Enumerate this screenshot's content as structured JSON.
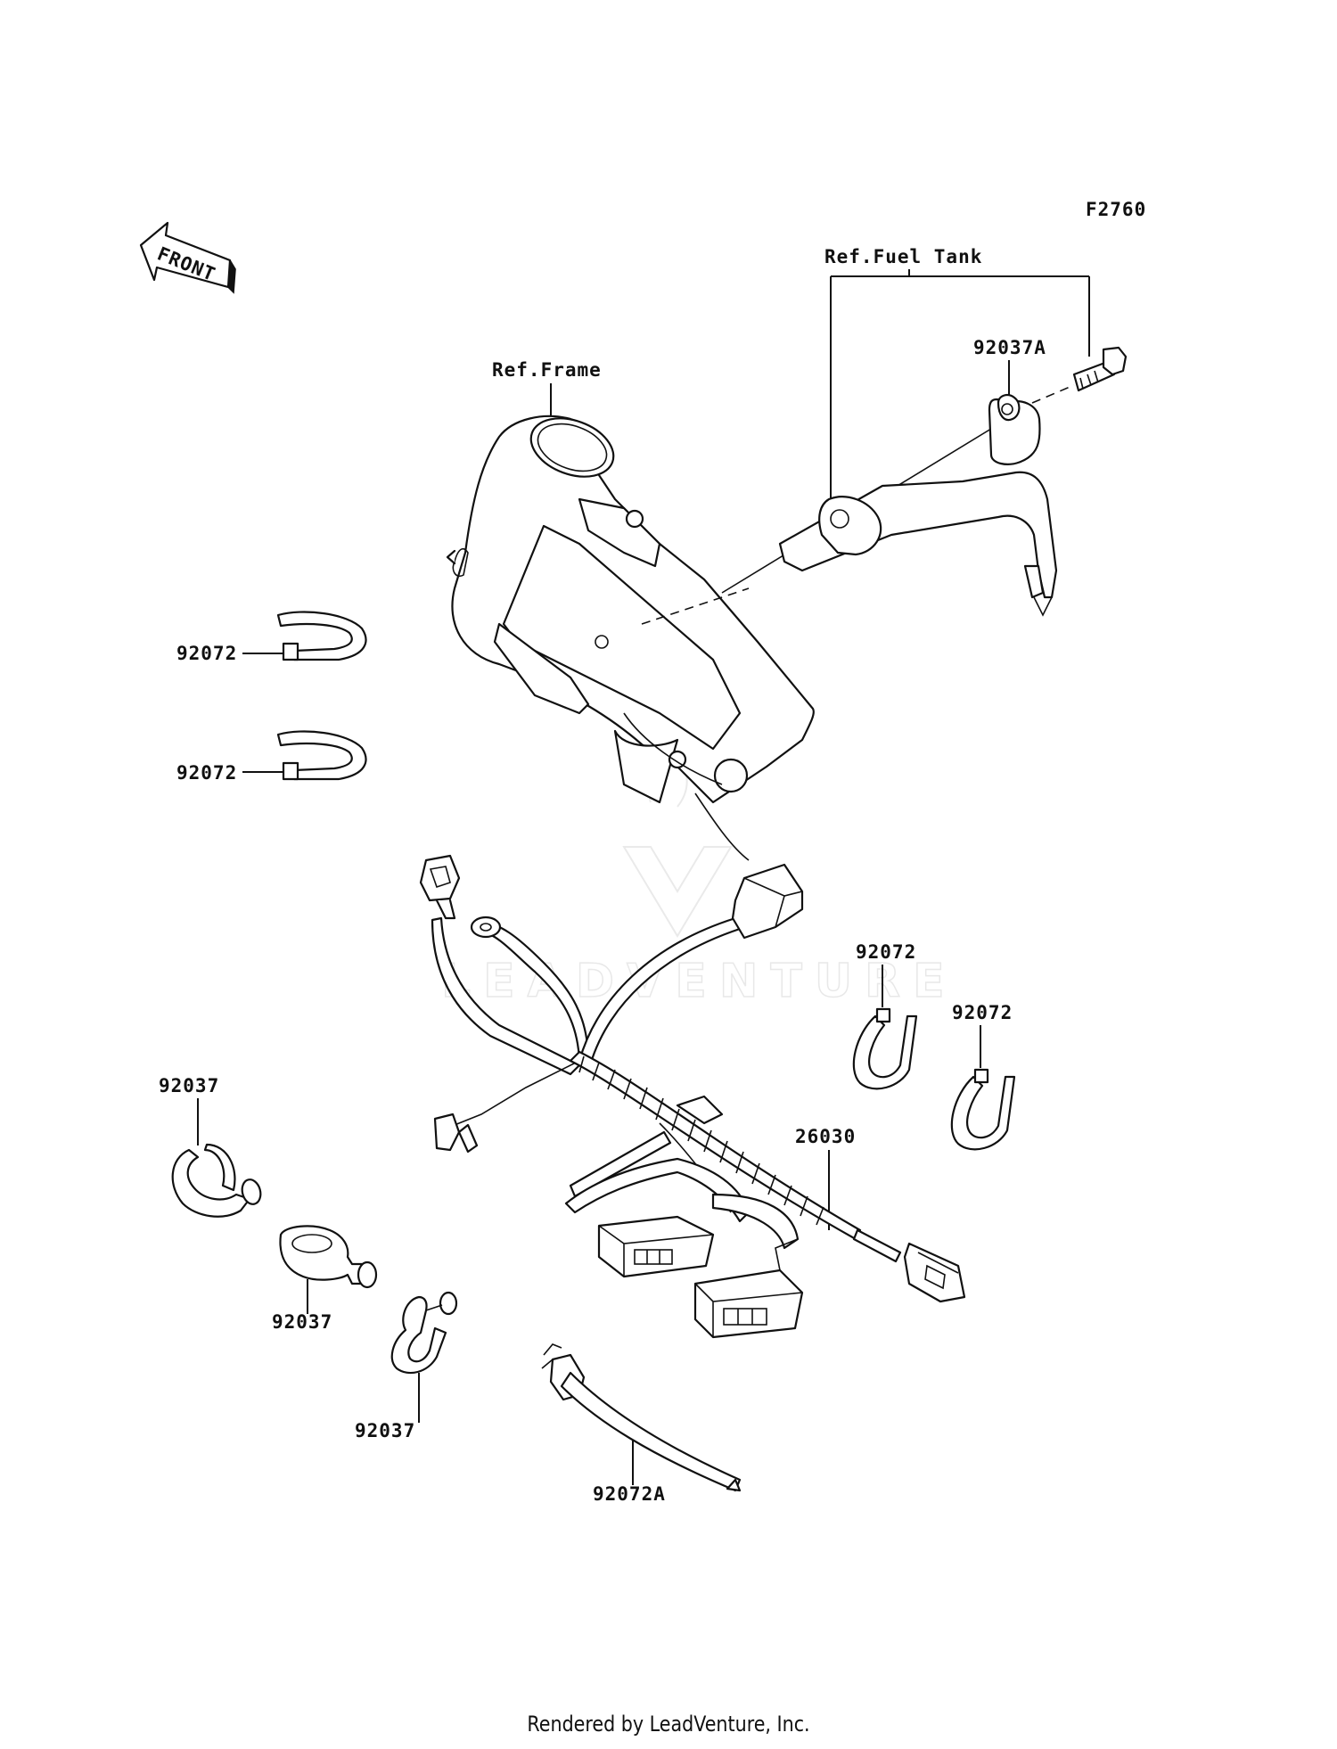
{
  "diagram": {
    "figure_code": "F2760",
    "front_arrow_label": "FRONT",
    "watermark_text": "LEADVENTURE",
    "references": {
      "frame": "Ref.Frame",
      "fuel_tank": "Ref.Fuel Tank"
    },
    "part_labels": {
      "clamp_92037A": "92037A",
      "band_92072_a": "92072",
      "band_92072_b": "92072",
      "band_92072_c": "92072",
      "band_92072_d": "92072",
      "harness_26030": "26030",
      "clamp_92037_a": "92037",
      "clamp_92037_b": "92037",
      "clamp_92037_c": "92037",
      "band_92072A": "92072A"
    },
    "footer": "Rendered by LeadVenture, Inc."
  }
}
